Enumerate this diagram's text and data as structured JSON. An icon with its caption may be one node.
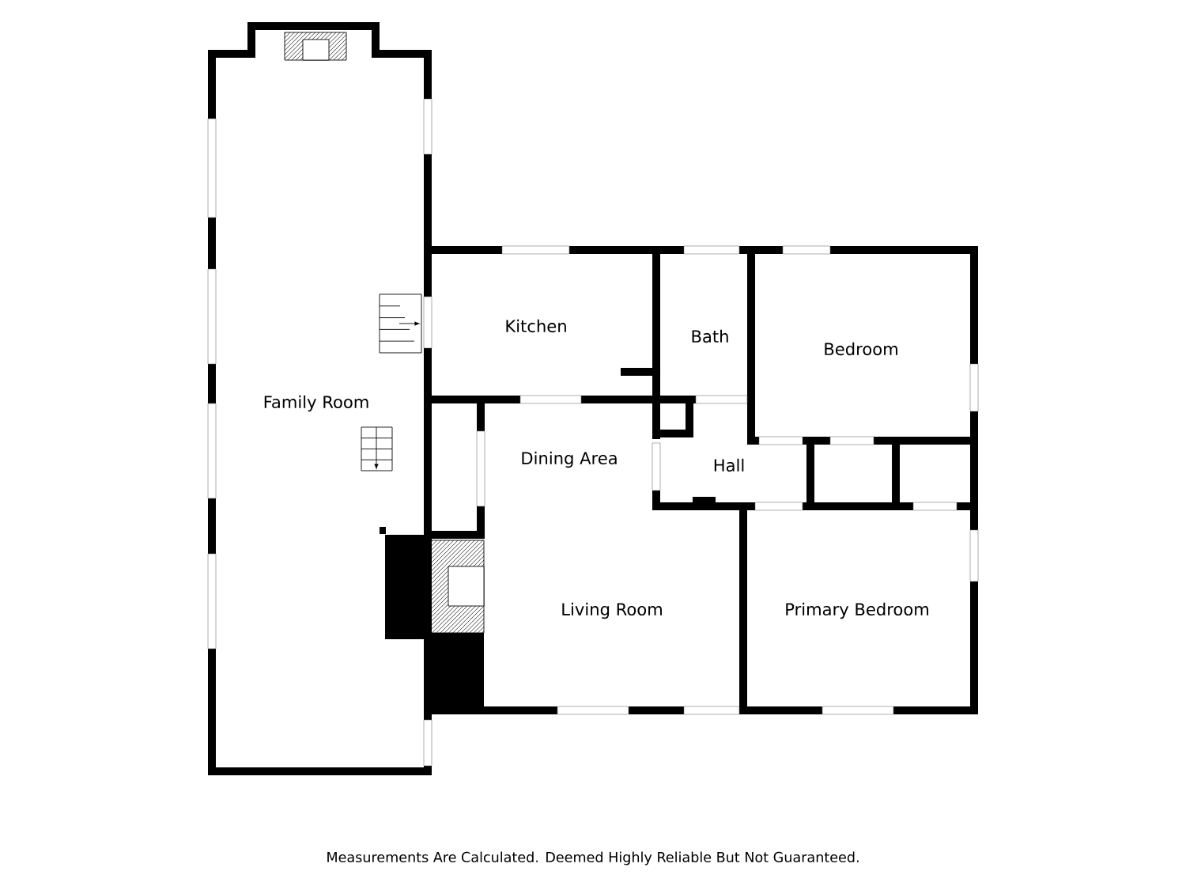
{
  "diagram": {
    "caption": "Measurements Are Calculated. Deemed Highly Reliable But Not Guaranteed.",
    "labels": [
      "Family Room",
      "Kitchen",
      "Bath",
      "Bedroom",
      "Dining Area",
      "Hall",
      "Living Room",
      "Primary Bedroom"
    ]
  }
}
